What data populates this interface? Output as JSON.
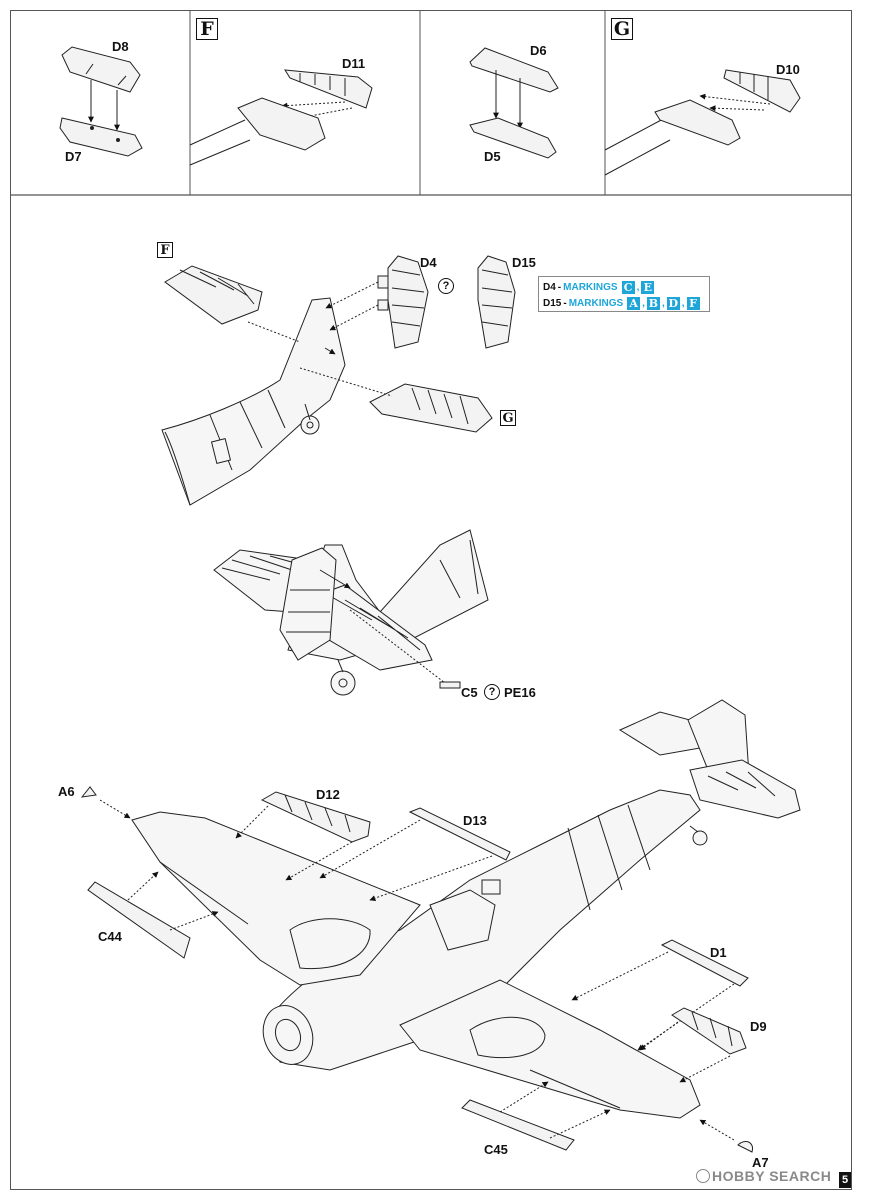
{
  "panels": {
    "top": [
      {
        "id": "p1",
        "parts": [
          "D8",
          "D7"
        ]
      },
      {
        "id": "p2",
        "box": "F",
        "parts": [
          "D11"
        ]
      },
      {
        "id": "p3",
        "parts": [
          "D6",
          "D5"
        ]
      },
      {
        "id": "p4",
        "box": "G",
        "parts": [
          "D10"
        ]
      }
    ]
  },
  "labels": {
    "d8": "D8",
    "d7": "D7",
    "d11": "D11",
    "d6": "D6",
    "d5": "D5",
    "d10": "D10",
    "f_top": "F",
    "g_top": "G",
    "f_mid": "F",
    "g_mid": "G",
    "d4": "D4",
    "d15": "D15",
    "c5_pe16_a": "C5",
    "c5_pe16_b": "PE16",
    "a6": "A6",
    "d12": "D12",
    "d13": "D13",
    "c44": "C44",
    "d1": "D1",
    "d9": "D9",
    "c45": "C45",
    "a7": "A7"
  },
  "option_symbol": "?",
  "markings": {
    "color": "#1ea6d8",
    "rows": [
      {
        "part": "D4",
        "dash": " - ",
        "word": "MARKINGS",
        "options": [
          "C",
          "E"
        ]
      },
      {
        "part": "D15",
        "dash": " - ",
        "word": "MARKINGS",
        "options": [
          "A",
          "B",
          "D",
          "F"
        ]
      }
    ]
  },
  "page_number": "5",
  "watermark": "HOBBY SEARCH"
}
